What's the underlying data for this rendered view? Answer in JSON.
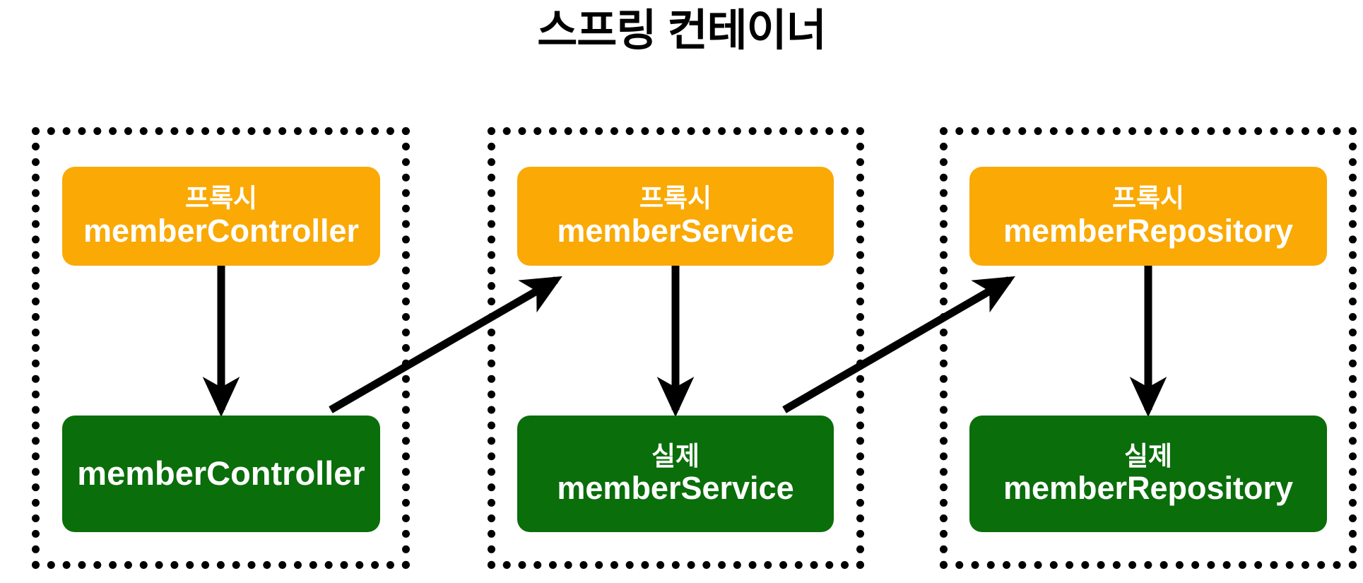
{
  "title": "스프링 컨테이너",
  "colors": {
    "proxy_fill": "#FAA905",
    "real_fill": "#0A6E0A",
    "container_border": "#000000",
    "arrow": "#000000",
    "background": "#FFFFFF",
    "text_on_box": "#FFFFFF",
    "title_text": "#000000"
  },
  "panels": [
    {
      "name": "member-controller-panel",
      "proxy": {
        "kr_label": "프록시",
        "bean_name": "memberController"
      },
      "real": {
        "kr_label": "",
        "bean_name": "memberController"
      }
    },
    {
      "name": "member-service-panel",
      "proxy": {
        "kr_label": "프록시",
        "bean_name": "memberService"
      },
      "real": {
        "kr_label": "실제",
        "bean_name": "memberService"
      }
    },
    {
      "name": "member-repository-panel",
      "proxy": {
        "kr_label": "프록시",
        "bean_name": "memberRepository"
      },
      "real": {
        "kr_label": "실제",
        "bean_name": "memberRepository"
      }
    }
  ],
  "arrows": [
    {
      "name": "proxy-to-real-controller",
      "from": "proxy memberController",
      "to": "real memberController",
      "direction": "down"
    },
    {
      "name": "proxy-to-real-service",
      "from": "proxy memberService",
      "to": "real memberService",
      "direction": "down"
    },
    {
      "name": "proxy-to-real-repository",
      "from": "proxy memberRepository",
      "to": "real memberRepository",
      "direction": "down"
    },
    {
      "name": "real-controller-to-proxy-service",
      "from": "real memberController",
      "to": "proxy memberService",
      "direction": "diagonal-up-right"
    },
    {
      "name": "real-service-to-proxy-repository",
      "from": "real memberService",
      "to": "proxy memberRepository",
      "direction": "diagonal-up-right"
    }
  ]
}
